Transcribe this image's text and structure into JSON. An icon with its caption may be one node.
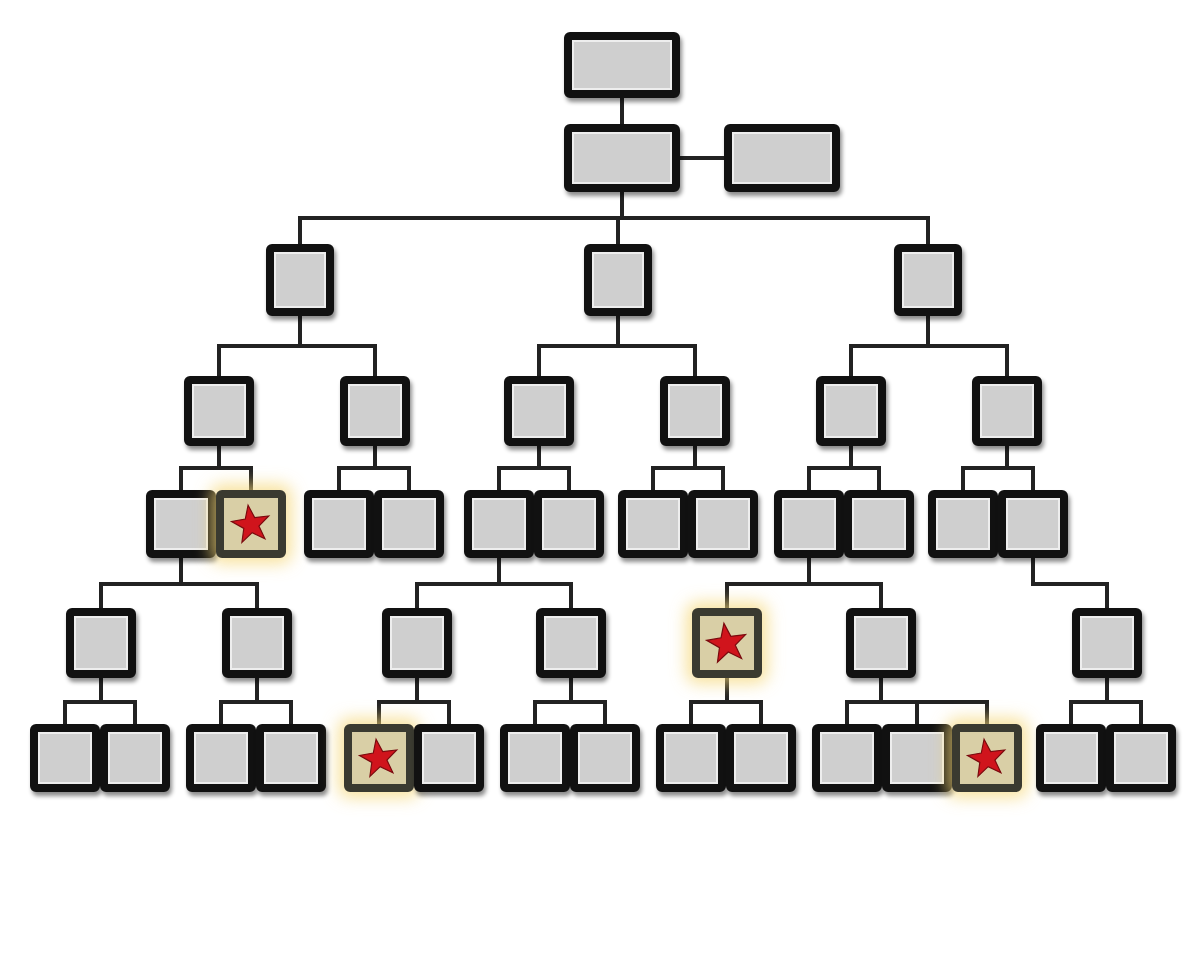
{
  "diagram": {
    "nodes": [
      {
        "text": [],
        "shape": "box"
      },
      {
        "text": [],
        "shape": "box"
      },
      {
        "text": [],
        "shape": "box"
      },
      {
        "text": [],
        "shape": "box"
      },
      {
        "text": [],
        "shape": "box"
      },
      {
        "text": [],
        "shape": "box"
      },
      {
        "text": [],
        "shape": "box"
      },
      {
        "text": [],
        "shape": "box"
      },
      {
        "text": [],
        "shape": "box"
      },
      {
        "text": [],
        "shape": "box"
      },
      {
        "text": [],
        "shape": "box"
      },
      {
        "text": [],
        "shape": "box"
      },
      {
        "text": [],
        "shape": "box"
      },
      {
        "text": [],
        "shape": "star"
      },
      {
        "text": [],
        "shape": "box"
      },
      {
        "text": [],
        "shape": "box"
      },
      {
        "text": [],
        "shape": "box"
      },
      {
        "text": [],
        "shape": "box"
      },
      {
        "text": [],
        "shape": "box"
      },
      {
        "text": [],
        "shape": "box"
      },
      {
        "text": [],
        "shape": "box"
      },
      {
        "text": [],
        "shape": "box"
      },
      {
        "text": [],
        "shape": "box"
      },
      {
        "text": [],
        "shape": "box"
      },
      {
        "text": [],
        "shape": "box"
      },
      {
        "text": [],
        "shape": "box"
      },
      {
        "text": [],
        "shape": "box"
      },
      {
        "text": [],
        "shape": "box"
      },
      {
        "text": [],
        "shape": "star"
      },
      {
        "text": [],
        "shape": "box"
      },
      {
        "text": [],
        "shape": "box"
      },
      {
        "text": [],
        "shape": "box"
      },
      {
        "text": [],
        "shape": "box"
      },
      {
        "text": [],
        "shape": "box"
      },
      {
        "text": [],
        "shape": "box"
      },
      {
        "text": [],
        "shape": "star"
      },
      {
        "text": [],
        "shape": "box"
      },
      {
        "text": [],
        "shape": "box"
      },
      {
        "text": [],
        "shape": "box"
      },
      {
        "text": [],
        "shape": "box"
      },
      {
        "text": [],
        "shape": "box"
      },
      {
        "text": [],
        "shape": "box"
      },
      {
        "text": [],
        "shape": "box"
      },
      {
        "text": [],
        "shape": "star"
      },
      {
        "text": [],
        "shape": "box"
      },
      {
        "text": [],
        "shape": "box"
      }
    ],
    "edges": [
      {
        "from": 0,
        "to": 1,
        "arrow": "none"
      },
      {
        "from": 1,
        "to": 2,
        "arrow": "none"
      },
      {
        "from": 1,
        "to": 3,
        "arrow": "none"
      },
      {
        "from": 1,
        "to": 4,
        "arrow": "none"
      },
      {
        "from": 1,
        "to": 5,
        "arrow": "none"
      },
      {
        "from": 3,
        "to": 6,
        "arrow": "none"
      },
      {
        "from": 3,
        "to": 7,
        "arrow": "none"
      },
      {
        "from": 4,
        "to": 8,
        "arrow": "none"
      },
      {
        "from": 4,
        "to": 9,
        "arrow": "none"
      },
      {
        "from": 5,
        "to": 10,
        "arrow": "none"
      },
      {
        "from": 5,
        "to": 11,
        "arrow": "none"
      },
      {
        "from": 6,
        "to": 12,
        "arrow": "none"
      },
      {
        "from": 6,
        "to": 13,
        "arrow": "none"
      },
      {
        "from": 7,
        "to": 14,
        "arrow": "none"
      },
      {
        "from": 7,
        "to": 15,
        "arrow": "none"
      },
      {
        "from": 8,
        "to": 16,
        "arrow": "none"
      },
      {
        "from": 8,
        "to": 17,
        "arrow": "none"
      },
      {
        "from": 9,
        "to": 18,
        "arrow": "none"
      },
      {
        "from": 9,
        "to": 19,
        "arrow": "none"
      },
      {
        "from": 10,
        "to": 20,
        "arrow": "none"
      },
      {
        "from": 10,
        "to": 21,
        "arrow": "none"
      },
      {
        "from": 11,
        "to": 22,
        "arrow": "none"
      },
      {
        "from": 11,
        "to": 23,
        "arrow": "none"
      },
      {
        "from": 12,
        "to": 24,
        "arrow": "none"
      },
      {
        "from": 12,
        "to": 25,
        "arrow": "none"
      },
      {
        "from": 16,
        "to": 26,
        "arrow": "none"
      },
      {
        "from": 16,
        "to": 27,
        "arrow": "none"
      },
      {
        "from": 20,
        "to": 28,
        "arrow": "none"
      },
      {
        "from": 20,
        "to": 29,
        "arrow": "none"
      },
      {
        "from": 23,
        "to": 30,
        "arrow": "none"
      },
      {
        "from": 24,
        "to": 31,
        "arrow": "none"
      },
      {
        "from": 24,
        "to": 32,
        "arrow": "none"
      },
      {
        "from": 25,
        "to": 33,
        "arrow": "none"
      },
      {
        "from": 25,
        "to": 34,
        "arrow": "none"
      },
      {
        "from": 26,
        "to": 35,
        "arrow": "none"
      },
      {
        "from": 26,
        "to": 36,
        "arrow": "none"
      },
      {
        "from": 27,
        "to": 37,
        "arrow": "none"
      },
      {
        "from": 27,
        "to": 38,
        "arrow": "none"
      },
      {
        "from": 28,
        "to": 39,
        "arrow": "none"
      },
      {
        "from": 28,
        "to": 40,
        "arrow": "none"
      },
      {
        "from": 29,
        "to": 41,
        "arrow": "none"
      },
      {
        "from": 29,
        "to": 42,
        "arrow": "none"
      },
      {
        "from": 29,
        "to": 43,
        "arrow": "none"
      },
      {
        "from": 30,
        "to": 44,
        "arrow": "none"
      },
      {
        "from": 30,
        "to": 45,
        "arrow": "none"
      }
    ]
  }
}
